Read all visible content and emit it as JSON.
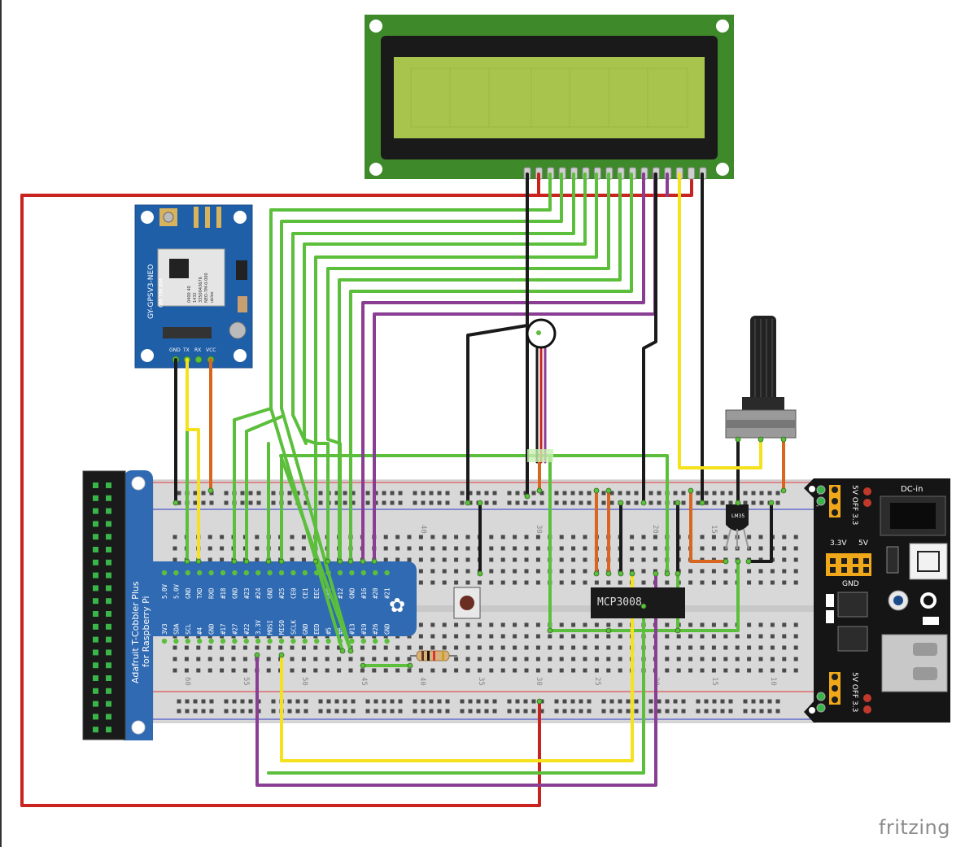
{
  "brand": "fritzing",
  "gps": {
    "model": "GY-GPSV3-NEO",
    "variants": "6M 7M 8M",
    "chip_lines": [
      "ublox",
      "NEO-7M-0-000",
      "3350043676",
      "1432",
      "0400 40"
    ],
    "pins": [
      "GND",
      "TX",
      "RX",
      "VCC"
    ]
  },
  "cobbler": {
    "title": "Adafruit T-Cobbler Plus",
    "subtitle": "for Raspberry Pi",
    "top_pins": [
      "5.0V",
      "5.0V",
      "GND",
      "TXD",
      "RXD",
      "#18",
      "GND",
      "#23",
      "#24",
      "GND",
      "#25",
      "CE0",
      "CE1",
      "EEC",
      "GND",
      "#12",
      "GND",
      "#16",
      "#20",
      "#21"
    ],
    "bottom_pins": [
      "3V3",
      "SDA",
      "SCL",
      "#4",
      "GND",
      "#17",
      "#27",
      "#22",
      "3.3V",
      "MOSI",
      "MISO",
      "SCLK",
      "GND",
      "EED",
      "#5",
      "#6",
      "#13",
      "#19",
      "#26",
      "GND"
    ]
  },
  "chip": {
    "label": "MCP3008"
  },
  "temp_sensor": {
    "label": "LM35"
  },
  "power_module": {
    "dc_label": "DC-in",
    "jumper_top": "5V OFF 3.3",
    "jumper_bottom": "5V OFF 3.3",
    "header_labels": [
      "3.3V",
      "5V"
    ],
    "gnd_label": "GND",
    "plus": "+",
    "minus": "-"
  },
  "breadboard": {
    "top_numbers": [
      "40",
      "30",
      "20",
      "15"
    ],
    "bottom_numbers": [
      "60",
      "55",
      "50",
      "45",
      "40",
      "35",
      "30",
      "25",
      "20",
      "15",
      "10"
    ]
  },
  "colors": {
    "pcb_blue": "#2f6ab3",
    "lcd_green": "#3e8a2b",
    "lcd_screen": "#a8c44c",
    "wire_red": "#c8231f",
    "wire_green": "#5cbf3c",
    "wire_black": "#1a1a1a",
    "wire_yellow": "#f5e21c",
    "wire_orange": "#d8661e",
    "wire_purple": "#8a3e93"
  }
}
